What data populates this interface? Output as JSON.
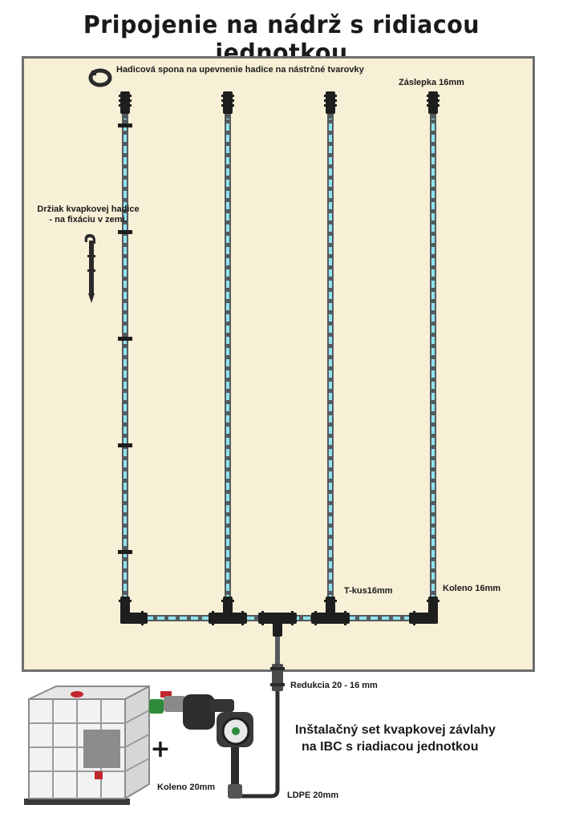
{
  "title": "Pripojenie na nádrž s ridiacou jednotkou",
  "labels": {
    "clamp": "Hadicová spona na upevnenie hadice na nástrčné tvarovky",
    "end_cap": "Záslepka 16mm",
    "holder_line1": "Držiak kvapkovej hadice",
    "holder_line2": "- na fixáciu v zemi.",
    "tee": "T-kus16mm",
    "elbow16": "Koleno 16mm",
    "reduction": "Redukcia 20 - 16 mm",
    "elbow20": "Koleno 20mm",
    "ldpe": "LDPE 20mm"
  },
  "kit": {
    "line1": "Inštalačný set kvapkovej závlahy",
    "line2": "na IBC s riadiacou jednotkou"
  },
  "plus": "+",
  "colors": {
    "panel_bg": "#f7f0d6",
    "panel_border": "#6e6e6e",
    "pipe": "#555a5e",
    "water": "#8fe3ef",
    "fitting": "#1e1e1e",
    "valve_red": "#c0272d",
    "valve_green": "#2e8b3a"
  },
  "icons": {
    "clamp": "hose-clamp-icon",
    "holder": "drip-hose-stake-icon",
    "tank": "ibc-tank-icon",
    "controller": "irrigation-controller-icon"
  }
}
